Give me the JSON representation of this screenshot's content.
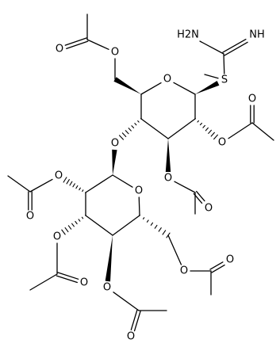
{
  "molecule": {
    "atoms": [
      {
        "id": "a1",
        "label": "H2N",
        "name": "amine-nh2-label"
      },
      {
        "id": "a2",
        "label": "NH",
        "name": "imine-nh-label"
      },
      {
        "id": "a3",
        "label": "S",
        "name": "sulfur-label"
      },
      {
        "id": "a4",
        "label": "O",
        "name": "ring1-oxygen-label"
      },
      {
        "id": "a5",
        "label": "O",
        "name": "ring2-oxygen-label"
      },
      {
        "id": "a6",
        "label": "O",
        "name": "glycosidic-oxygen-label"
      },
      {
        "id": "a7",
        "label": "O",
        "name": "ring1-c6-ester-oxygen-label"
      },
      {
        "id": "a8",
        "label": "O",
        "name": "ring1-c6-carbonyl-oxygen-label"
      },
      {
        "id": "a9",
        "label": "O",
        "name": "ring1-c2-ester-oxygen-label"
      },
      {
        "id": "a10",
        "label": "O",
        "name": "ring1-c2-carbonyl-oxygen-label"
      },
      {
        "id": "a11",
        "label": "O",
        "name": "ring1-c3-ester-oxygen-label"
      },
      {
        "id": "a12",
        "label": "O",
        "name": "ring1-c3-carbonyl-oxygen-label"
      },
      {
        "id": "a13",
        "label": "O",
        "name": "ring2-c2-ester-oxygen-label"
      },
      {
        "id": "a14",
        "label": "O",
        "name": "ring2-c2-carbonyl-oxygen-label"
      },
      {
        "id": "a15",
        "label": "O",
        "name": "ring2-c3-ester-oxygen-label"
      },
      {
        "id": "a16",
        "label": "O",
        "name": "ring2-c3-carbonyl-oxygen-label"
      },
      {
        "id": "a17",
        "label": "O",
        "name": "ring2-c4-ester-oxygen-label"
      },
      {
        "id": "a18",
        "label": "O",
        "name": "ring2-c4-carbonyl-oxygen-label"
      },
      {
        "id": "a19",
        "label": "O",
        "name": "ring2-c6-ester-oxygen-label"
      },
      {
        "id": "a20",
        "label": "O",
        "name": "ring2-c6-carbonyl-oxygen-label"
      }
    ]
  }
}
